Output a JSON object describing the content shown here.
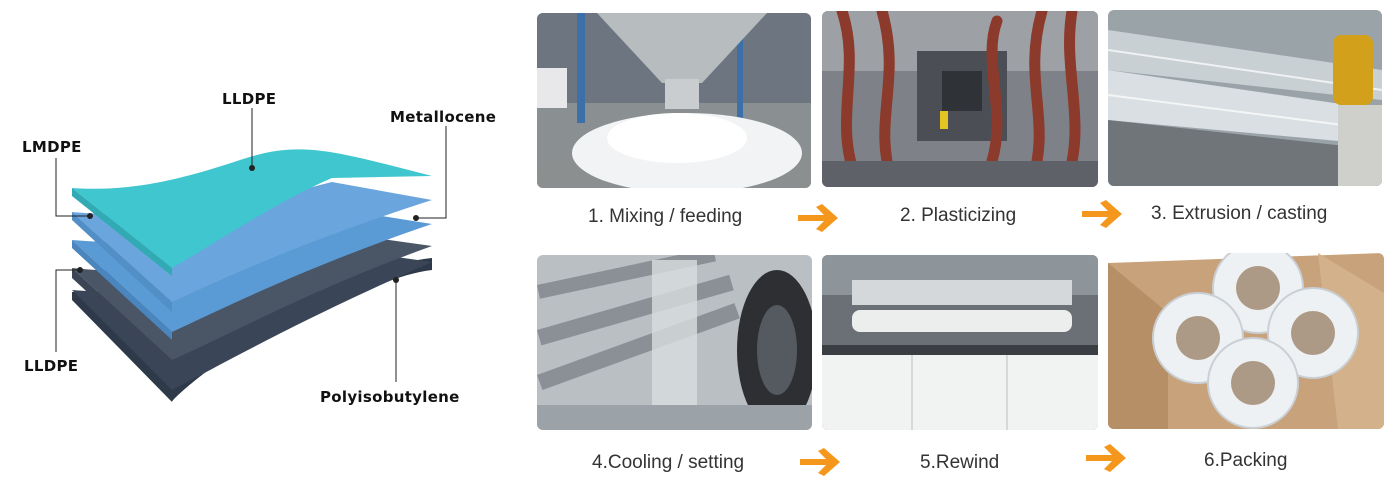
{
  "layer_labels": {
    "top_llDPE": "LLDPE",
    "metallocene": "Metallocene",
    "lmdpe": "LMDPE",
    "bottom_lldpe": "LLDPE",
    "polyisobutylene": "Polyisobutylene"
  },
  "steps": [
    {
      "label": "1. Mixing / feeding"
    },
    {
      "label": "2. Plasticizing"
    },
    {
      "label": "3. Extrusion / casting"
    },
    {
      "label": "4.Cooling / setting"
    },
    {
      "label": "5.Rewind"
    },
    {
      "label": "6.Packing"
    }
  ],
  "colors": {
    "arrow": "#f5961d",
    "layer_top": "#3fc6cf",
    "layer_blue": "#5b9bd5",
    "layer_dark": "#36404e"
  }
}
